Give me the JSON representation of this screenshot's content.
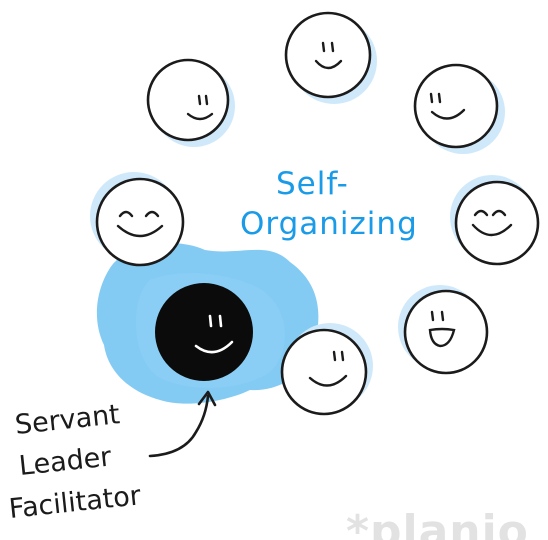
{
  "diagram": {
    "center_label_line1": "Self-",
    "center_label_line2": "Organizing",
    "role_label_line1": "Servant",
    "role_label_line2": "Leader",
    "role_label_line3": "Facilitator",
    "team_member_count": 7,
    "colors": {
      "accent_blue": "#1a9be8",
      "halo_blue": "#cfe9fb",
      "blob_blue": "#6ec2f2",
      "leader_fill": "#0b0b0b",
      "outline": "#1b1b1b"
    },
    "icons": [
      "smiley-face-icon",
      "leader-smiley-icon",
      "arrow-icon"
    ]
  },
  "watermark": {
    "text": "*planio"
  }
}
